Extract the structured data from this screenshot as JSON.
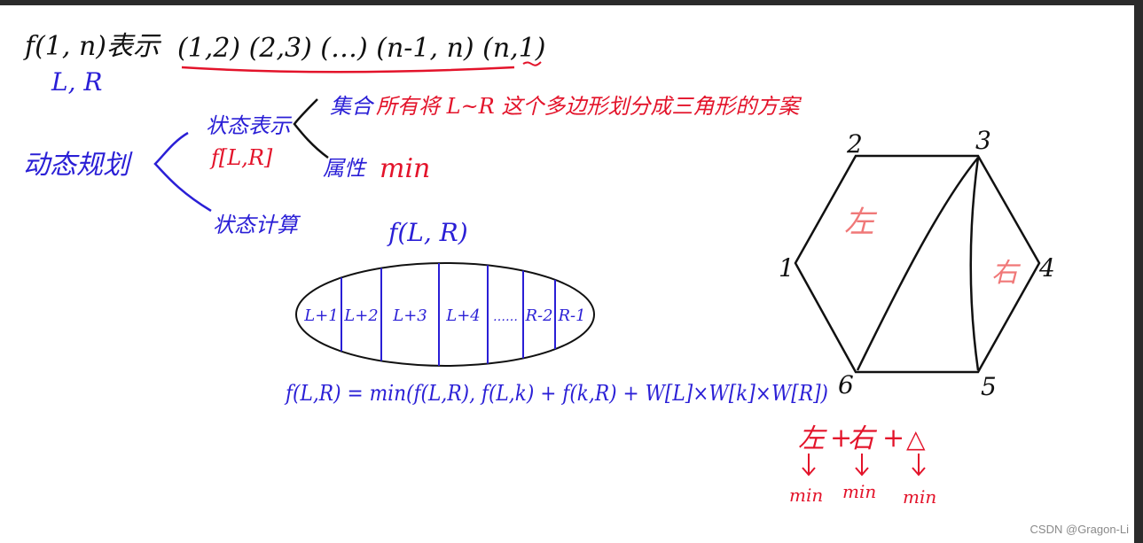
{
  "header": {
    "f_def": "f(1, n)表示",
    "lr": "L, R",
    "pairs": "(1,2) (2,3) (…) (n-1, n) (n,1)"
  },
  "dp": {
    "root": "动态规划",
    "state_repr": "状态表示",
    "state_f": "f[L,R]",
    "set_label": "集合",
    "set_desc": "所有将 L~R 这个多边形划分成三角形的方案",
    "attr_label": "属性",
    "attr_value": "min",
    "state_calc": "状态计算"
  },
  "partition": {
    "title": "f(L, R)",
    "cells": [
      "L+1",
      "L+2",
      "L+3",
      "L+4",
      "……",
      "R-2",
      "R-1"
    ]
  },
  "formula": "f(L,R) = min(f(L,R), f(L,k) + f(k,R) + W[L]×W[k]×W[R])",
  "hexagon": {
    "vertices": [
      "1",
      "2",
      "3",
      "4",
      "5",
      "6"
    ],
    "left_label": "左",
    "right_label": "右"
  },
  "summary": {
    "expr_left": "左",
    "plus1": "+",
    "expr_right": "右",
    "plus2": "+",
    "expr_tri": "△",
    "mins": [
      "min",
      "min",
      "min"
    ]
  },
  "watermark": "CSDN @Gragon-Li",
  "colors": {
    "blue": "#2a1fd6",
    "red": "#e3132a",
    "pink": "#f07878",
    "black": "#111111"
  }
}
